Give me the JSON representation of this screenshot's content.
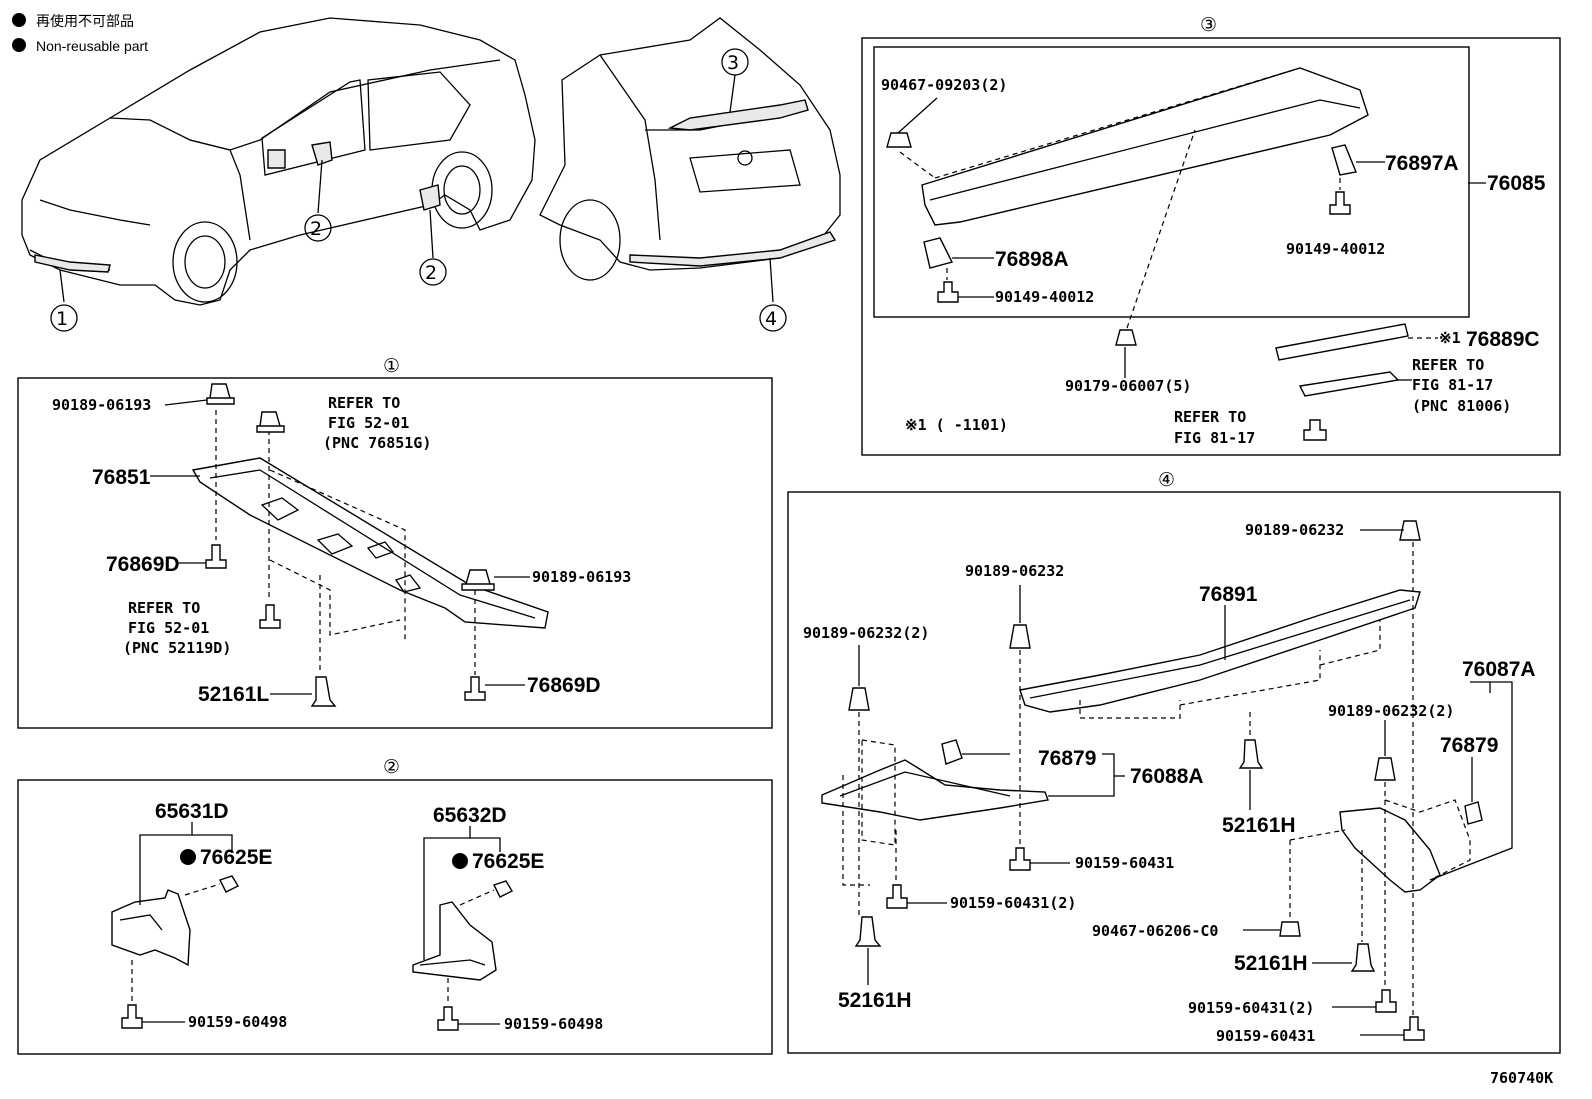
{
  "legend": {
    "jp": "再使用不可部品",
    "en": "Non-reusable part"
  },
  "figure_code": "760740K",
  "markers": {
    "m1": "①",
    "m2": "②",
    "m3": "③",
    "m4": "④"
  },
  "sec1": {
    "p_90189_06193_a": "90189-06193",
    "ref_a_1": "REFER TO",
    "ref_a_2": "FIG 52-01",
    "ref_a_3": "(PNC 76851G)",
    "p_76851": "76851",
    "p_76869D_a": "76869D",
    "p_90189_06193_b": "90189-06193",
    "ref_b_1": "REFER TO",
    "ref_b_2": "FIG 52-01",
    "ref_b_3": "(PNC 52119D)",
    "p_52161L": "52161L",
    "p_76869D_b": "76869D"
  },
  "sec2": {
    "p_65631D": "65631D",
    "p_76625E_a": "76625E",
    "p_90159_60498_a": "90159-60498",
    "p_65632D": "65632D",
    "p_76625E_b": "76625E",
    "p_90159_60498_b": "90159-60498"
  },
  "sec3": {
    "p_90467_09203": "90467-09203(2)",
    "p_76897A": "76897A",
    "p_76085": "76085",
    "p_90149_40012_a": "90149-40012",
    "p_76898A": "76898A",
    "p_90149_40012_b": "90149-40012",
    "p_90179_06007": "90179-06007(5)",
    "p_76889C": "76889C",
    "note_mark": "※1",
    "note_1": "※1 (      -1101)",
    "ref_c_1": "REFER TO",
    "ref_c_2": "FIG 81-17",
    "ref_c_3": "(PNC 81006)",
    "ref_d_1": "REFER TO",
    "ref_d_2": "FIG 81-17"
  },
  "sec4": {
    "p_90189_06232_top": "90189-06232",
    "p_90189_06232_mid": "90189-06232",
    "p_76891": "76891",
    "p_90189_06232_2a": "90189-06232(2)",
    "p_76087A": "76087A",
    "p_90189_06232_2b": "90189-06232(2)",
    "p_76879_a": "76879",
    "p_76088A": "76088A",
    "p_76879_b": "76879",
    "p_52161H_a": "52161H",
    "p_90159_60431_a": "90159-60431",
    "p_90159_60431_2a": "90159-60431(2)",
    "p_90467_06206": "90467-06206-C0",
    "p_52161H_b": "52161H",
    "p_52161H_c": "52161H",
    "p_90159_60431_2b": "90159-60431(2)",
    "p_90159_60431_b": "90159-60431"
  }
}
